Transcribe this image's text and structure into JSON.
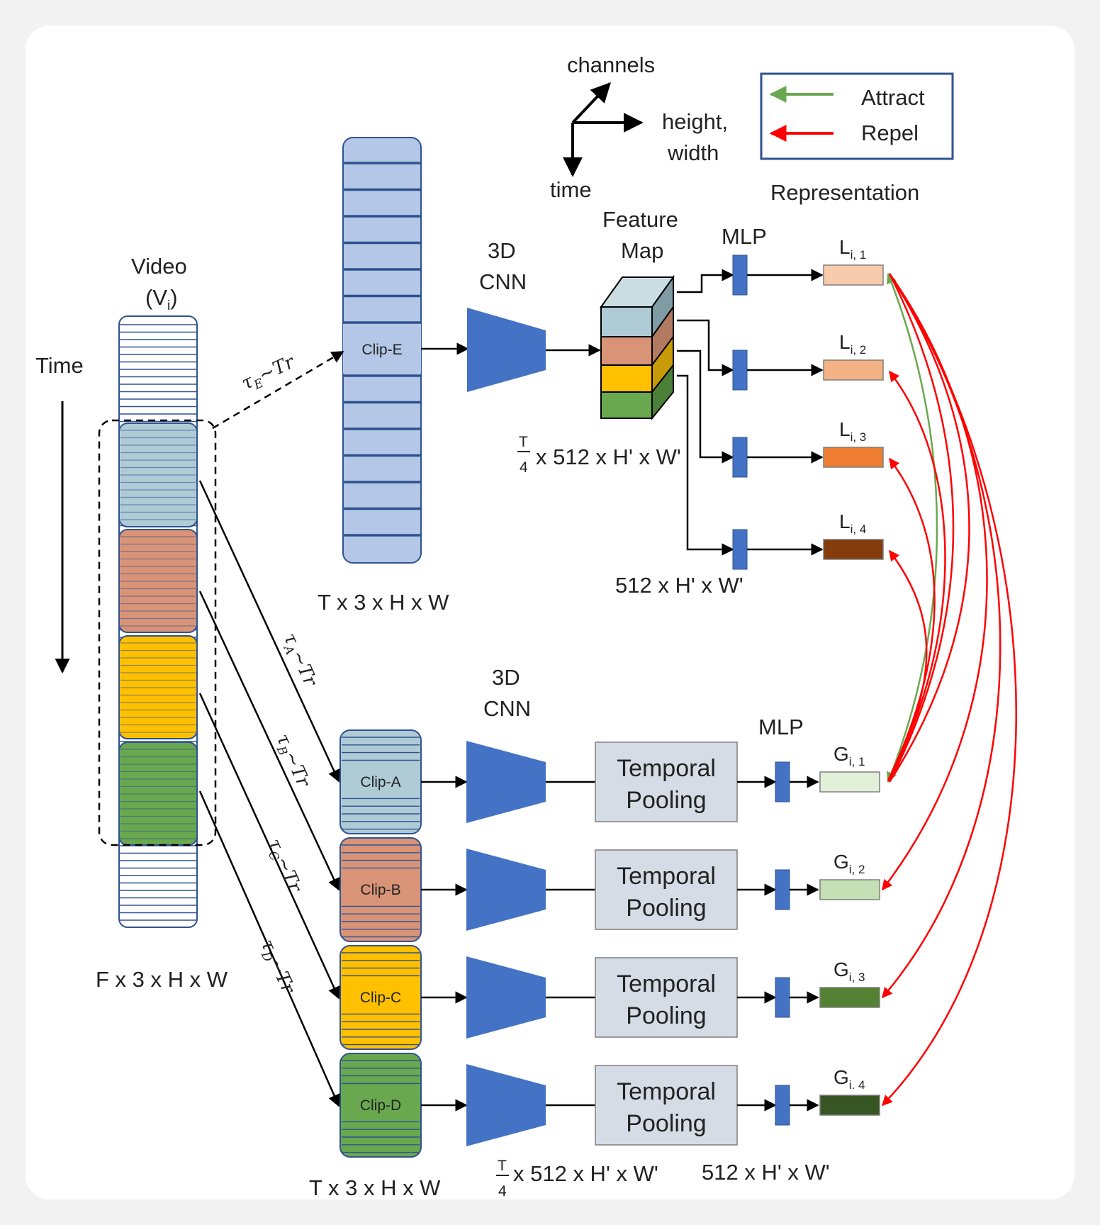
{
  "axes": {
    "channels": "channels",
    "height_width_1": "height,",
    "height_width_2": "width",
    "time": "time"
  },
  "legend": {
    "attract": "Attract",
    "repel": "Repel",
    "attract_color": "#6aa84f",
    "repel_color": "#ff0000"
  },
  "representation_label": "Representation",
  "video": {
    "title": "Video",
    "subtitle_open": "(V",
    "subtitle_sub": "i",
    "subtitle_close": ")",
    "time_label": "Time",
    "dims": "F x 3 x H x W"
  },
  "clips": {
    "e": "Clip-E",
    "a": "Clip-A",
    "b": "Clip-B",
    "c": "Clip-C",
    "d": "Clip-D",
    "e_dims": "T x 3 x H x W",
    "bottom_dims": "T x 3 x H x W"
  },
  "tau": {
    "e": {
      "tau": "τ",
      "sub": "E",
      "rest": "~Tr"
    },
    "a": {
      "tau": "τ",
      "sub": "A",
      "rest": "~Tr"
    },
    "b": {
      "tau": "τ",
      "sub": "B",
      "rest": "~Tr"
    },
    "c": {
      "tau": "τ",
      "sub": "C",
      "rest": "~Tr"
    },
    "d": {
      "tau": "τ",
      "sub": "D",
      "rest": "~Tr"
    }
  },
  "cnn": {
    "line1": "3D",
    "line2": "CNN"
  },
  "feature_map": {
    "line1": "Feature",
    "line2": "Map",
    "dims_frac_num": "T",
    "dims_frac_den": "4",
    "dims_rest": "x 512 x H' x W'"
  },
  "mlp": "MLP",
  "local_dims": "512 x H' x W'",
  "temporal_pooling": {
    "line1": "Temporal",
    "line2": "Pooling"
  },
  "bottom_dims": {
    "frac_num": "T",
    "frac_den": "4",
    "rest": "x 512 x H' x W'",
    "mlp_out": "512 x H' x W'"
  },
  "local_reps": [
    {
      "base": "L",
      "sub": "i, 1",
      "color": "#f8cbad"
    },
    {
      "base": "L",
      "sub": "i, 2",
      "color": "#f4b183"
    },
    {
      "base": "L",
      "sub": "i, 3",
      "color": "#ed7d31"
    },
    {
      "base": "L",
      "sub": "i, 4",
      "color": "#843c0c"
    }
  ],
  "global_reps": [
    {
      "base": "G",
      "sub": "i, 1",
      "color": "#e2f0d9"
    },
    {
      "base": "G",
      "sub": "i, 2",
      "color": "#c5e0b4"
    },
    {
      "base": "G",
      "sub": "i, 3",
      "color": "#548235"
    },
    {
      "base": "G",
      "sub": "i. 4",
      "color": "#375623"
    }
  ],
  "colors": {
    "video_blue": "#aecbd6",
    "video_orange": "#d99478",
    "video_yellow": "#ffc000",
    "video_green": "#6aa84f",
    "clip_e": "#b4c7e7",
    "cnn": "#4472c4",
    "pooling": "#d6dce5"
  }
}
